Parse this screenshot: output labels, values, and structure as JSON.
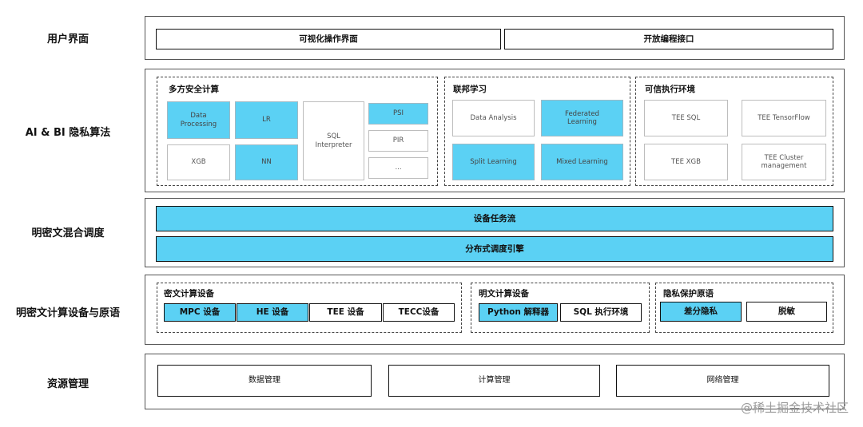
{
  "layers": {
    "ui": {
      "label": "用户界面",
      "boxes": [
        "可视化操作界面",
        "开放编程接口"
      ]
    },
    "ai": {
      "label": "AI & BI 隐私算法",
      "mpc": {
        "title": "多方安全计算",
        "items": [
          "Data\nProcessing",
          "LR",
          "XGB",
          "NN",
          "SQL\nInterpreter",
          "PSI",
          "PIR",
          "..."
        ]
      },
      "fl": {
        "title": "联邦学习",
        "items": [
          "Data Analysis",
          "Federated\nLearning",
          "Split Learning",
          "Mixed Learning"
        ]
      },
      "tee": {
        "title": "可信执行环境",
        "items": [
          "TEE SQL",
          "TEE TensorFlow",
          "TEE XGB",
          "TEE Cluster\nmanagement"
        ]
      }
    },
    "schedule": {
      "label": "明密文混合调度",
      "bars": [
        "设备任务流",
        "分布式调度引擎"
      ]
    },
    "device": {
      "label": "明密文计算设备与原语",
      "cipher": {
        "title": "密文计算设备",
        "items": [
          "MPC 设备",
          "HE 设备",
          "TEE 设备",
          "TECC设备"
        ]
      },
      "plain": {
        "title": "明文计算设备",
        "items": [
          "Python 解释器",
          "SQL 执行环境"
        ]
      },
      "privacy": {
        "title": "隐私保护原语",
        "items": [
          "差分隐私",
          "脱敏"
        ]
      }
    },
    "resource": {
      "label": "资源管理",
      "boxes": [
        "数据管理",
        "计算管理",
        "网络管理"
      ]
    }
  },
  "watermark": "@稀土掘金技术社区",
  "colors": {
    "accent": "#5bd1f4",
    "border": "#111111",
    "thin_border": "#bdbdbd"
  }
}
